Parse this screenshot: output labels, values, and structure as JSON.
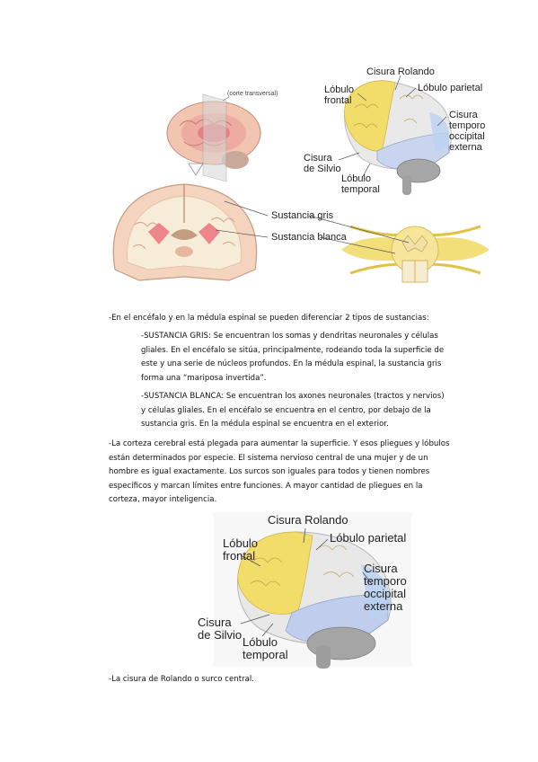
{
  "figure_top": {
    "transverse_cut_label": "(corte transversal)",
    "brain_lateral_labels": {
      "cisura_rolando": "Cisura Rolando",
      "lobulo_frontal": [
        "Lóbulo",
        "frontal"
      ],
      "lobulo_parietal": "Lóbulo parietal",
      "cisura_temporo_occipital": [
        "Cisura",
        "temporo",
        "occipital",
        "externa"
      ],
      "cisura_silvio": [
        "Cisura",
        "de Silvio"
      ],
      "lobulo_temporal": [
        "Lóbulo",
        "temporal"
      ]
    },
    "section_labels": {
      "sustancia_gris": "Sustancia gris",
      "sustancia_blanca": "Sustancia blanca"
    }
  },
  "text": {
    "intro": "-En el encéfalo y en la médula espinal se pueden diferenciar 2 tipos de sustancias:",
    "gris_lines": [
      "-SUSTANCIA GRIS: Se encuentran los somas y dendritas neuronales y células",
      "gliales. En el encéfalo se sitúa, principalmente, rodeando toda la superficie de",
      "este y una serie de núcleos profundos. En la médula espinal, la sustancia gris",
      "forma una “mariposa invertida”."
    ],
    "blanca_lines": [
      "-SUSTANCIA BLANCA: Se encuentran los axones neuronales (tractos y nervios)",
      "y células gliales. En el encéfalo se encuentra en el centro, por debajo de la",
      "sustancia gris. En la médula espinal se encuentra en el exterior."
    ],
    "corteza_lines": [
      "-La corteza cerebral está plegada para aumentar la superficie. Y esos pliegues y lóbulos",
      "están determinados por especie. El sistema nervioso central de una mujer y de un",
      "hombre es igual exactamente. Los surcos son iguales para todos y tienen nombres",
      "específicos y marcan límites entre funciones. A mayor cantidad de pliegues en la",
      "corteza, mayor inteligencia."
    ],
    "rolando": "-La cisura de Rolando o surco central."
  },
  "figure_bottom": {
    "cisura_rolando": "Cisura Rolando",
    "lobulo_frontal": [
      "Lóbulo",
      "frontal"
    ],
    "lobulo_parietal": "Lóbulo parietal",
    "cisura_temporo_occipital": [
      "Cisura",
      "temporo",
      "occipital",
      "externa"
    ],
    "cisura_silvio": [
      "Cisura",
      "de Silvio"
    ],
    "lobulo_temporal": [
      "Lóbulo",
      "temporal"
    ]
  },
  "colors": {
    "frontal": "#f2dc6a",
    "parietal": "#e6e6e6",
    "temporal": "#b9c7ea",
    "occipital": "#c9daf2",
    "cerebellum": "#a8a8a8",
    "cortex_pink": "#e9a3a0",
    "nucleus_red": "#e85a68",
    "white_matter": "#f6ecd8",
    "spinal_yellow": "#f1dc6c"
  }
}
